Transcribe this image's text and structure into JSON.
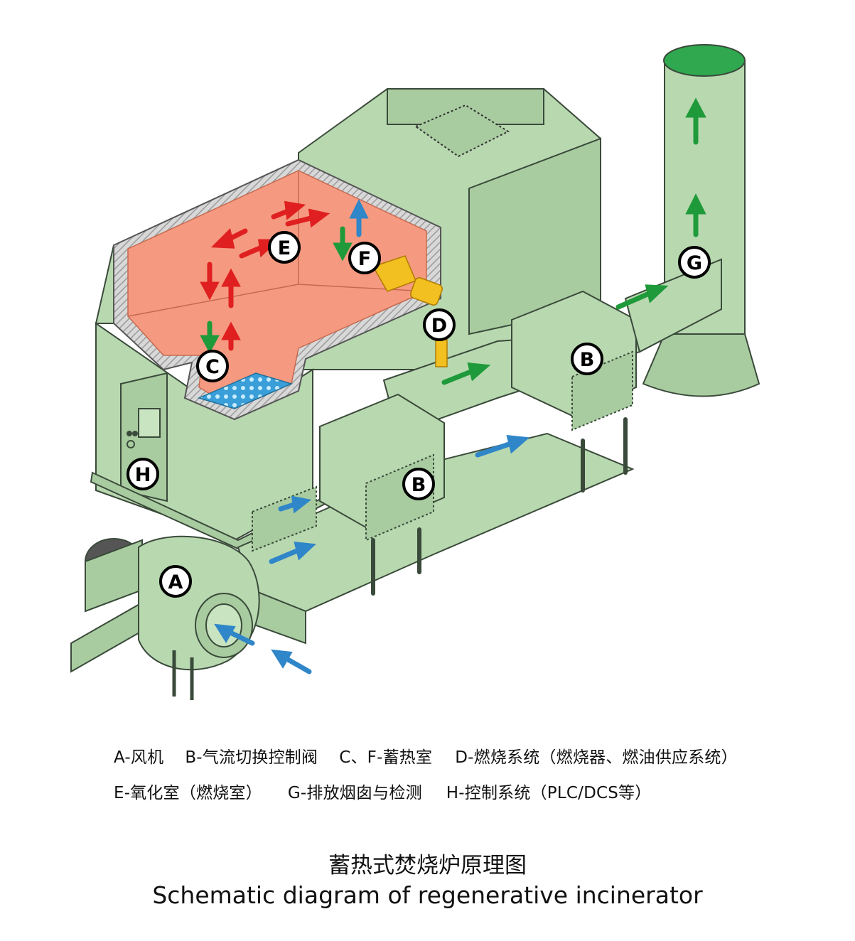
{
  "labels": {
    "A": "A",
    "B1": "B",
    "B2": "B",
    "C": "C",
    "D": "D",
    "E": "E",
    "F": "F",
    "G": "G",
    "H": "H"
  },
  "legend": {
    "line1": [
      "A-风机",
      "B-气流切换控制阀",
      "C、F-蓄热室",
      "D-燃烧系统（燃烧器、燃油供应系统）"
    ],
    "line2": [
      "E-氧化室（燃烧室）",
      "G-排放烟囱与检测",
      "H-控制系统（PLC/DCS等）"
    ]
  },
  "caption": {
    "zh": "蓄热式焚烧炉原理图",
    "en": "Schematic diagram of regenerative incinerator"
  },
  "colors": {
    "equipment": "#b8d8b0",
    "outline": "#3a4a3a",
    "chamber": "#f59a80",
    "insulation": "#d0d0d0",
    "media": "#3a9fd8",
    "flow_green": "#1f9a3a",
    "flow_blue": "#2f86c8",
    "flow_red": "#e02020",
    "burner": "#f2c020",
    "stack_top": "#2fa84f"
  }
}
